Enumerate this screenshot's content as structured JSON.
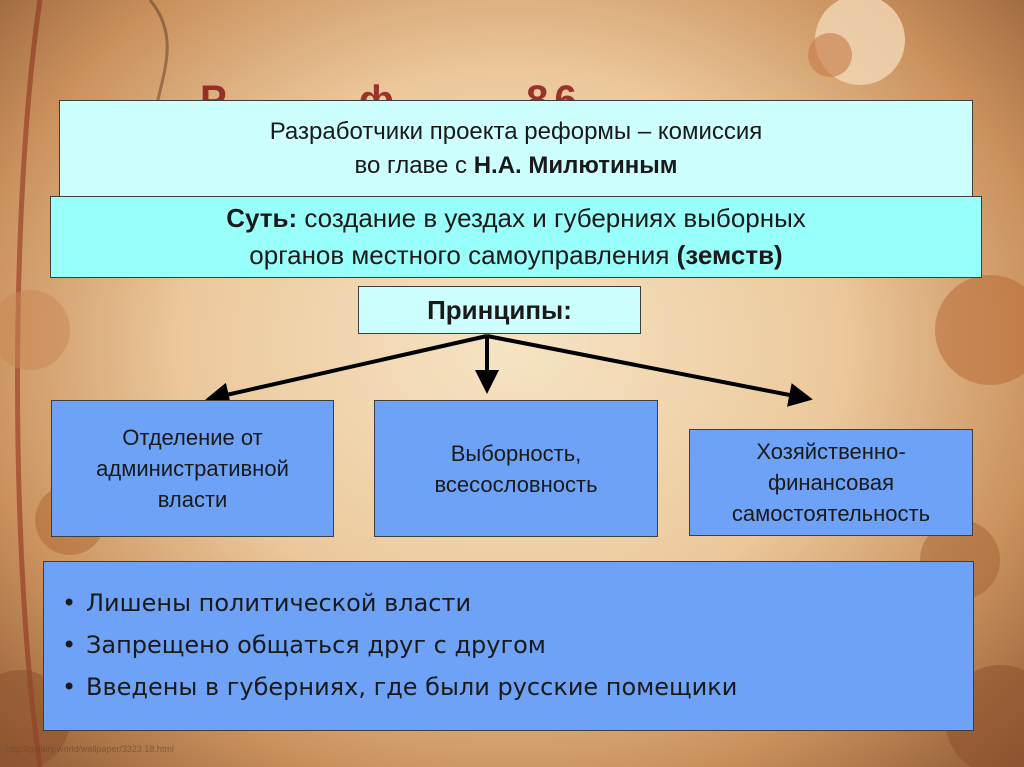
{
  "slide": {
    "title_partial": "Р… … ф… … 86…",
    "developers": {
      "line1": "Разработчики проекта реформы – комиссия",
      "line2_prefix": "во главе с ",
      "line2_name": "Н.А. Милютиным"
    },
    "essence": {
      "label": "Суть:",
      "text1": " создание в уездах и губерниях выборных",
      "text2": "органов местного самоуправления ",
      "text2_bold": "(земств)"
    },
    "principles_header": "Принципы:",
    "principles": [
      {
        "line1": "Отделение от",
        "line2": "административной",
        "line3": "власти"
      },
      {
        "line1": "Выборность,",
        "line2": "всесословность"
      },
      {
        "line1": "Хозяйственно-",
        "line2": "финансовая",
        "line3": "самостоятельность"
      }
    ],
    "shortcomings": [
      "Лишены политической власти",
      "Запрещено общаться друг с другом",
      "Введены в губерниях, где были русские помещики"
    ],
    "watermark": "http://gallery.world/wallpaper/3323 18.html"
  }
}
